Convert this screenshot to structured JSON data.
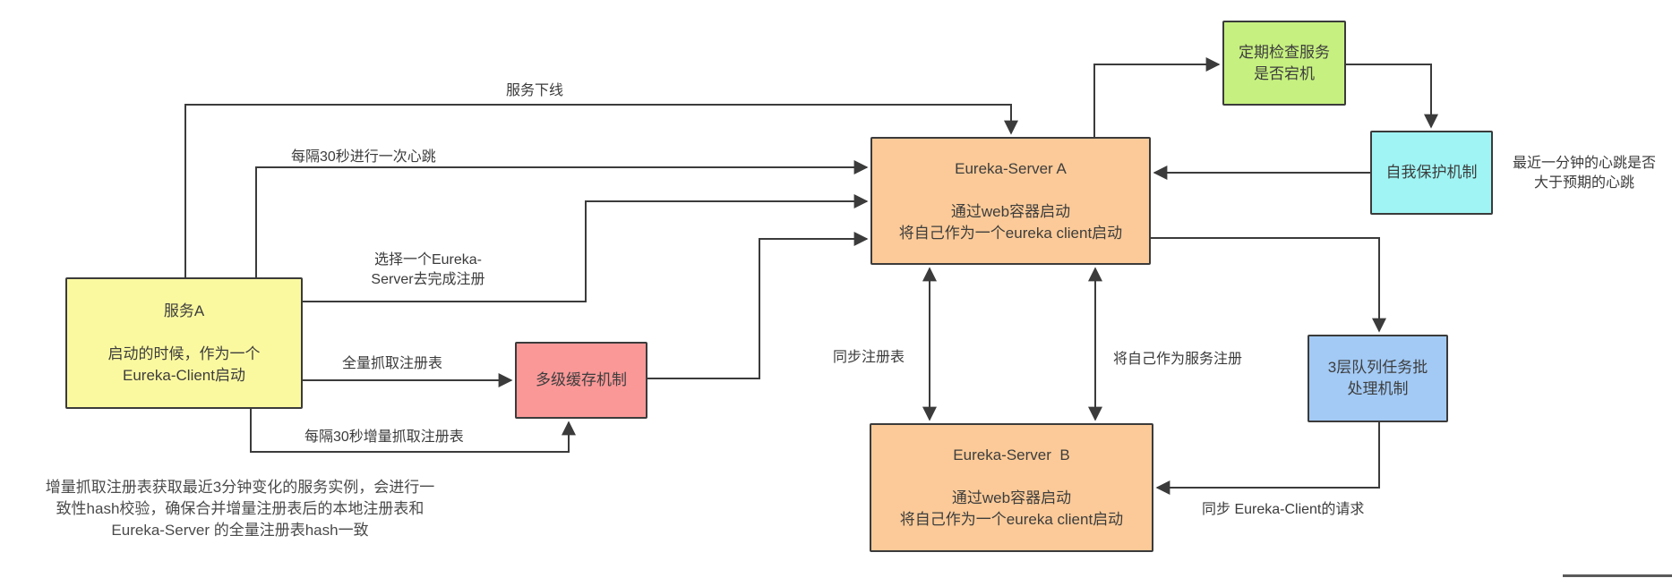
{
  "diagram": {
    "nodes": {
      "service_a": {
        "title": "服务A",
        "line1": "启动的时候，作为一个",
        "line2": "Eureka-Client启动",
        "color": "#fbf9a0"
      },
      "multi_cache": {
        "title": "多级缓存机制",
        "color": "#fa9898"
      },
      "eureka_a": {
        "title": "Eureka-Server A",
        "line1": "通过web容器启动",
        "line2": "将自己作为一个eureka client启动",
        "color": "#fbca98"
      },
      "eureka_b": {
        "title": "Eureka-Server  B",
        "line1": "通过web容器启动",
        "line2": "将自己作为一个eureka client启动",
        "color": "#fbca98"
      },
      "periodic_check": {
        "line1": "定期检查服务",
        "line2": "是否宕机",
        "color": "#c6f080"
      },
      "self_protection": {
        "title": "自我保护机制",
        "color": "#a0f4f4"
      },
      "queue_batch": {
        "line1": "3层队列任务批",
        "line2": "处理机制",
        "color": "#a3caf5"
      }
    },
    "edge_labels": {
      "service_offline": "服务下线",
      "heartbeat": "每隔30秒进行一次心跳",
      "choose_server_line1": "选择一个Eureka-",
      "choose_server_line2": "Server去完成注册",
      "full_fetch": "全量抓取注册表",
      "incremental_fetch": "每隔30秒增量抓取注册表",
      "sync_registry": "同步注册表",
      "register_self": "将自己作为服务注册",
      "sync_client_requests": "同步 Eureka-Client的请求",
      "heartbeat_check_line1": "最近一分钟的心跳是否",
      "heartbeat_check_line2": "大于预期的心跳"
    },
    "note": {
      "line1": "增量抓取注册表获取最近3分钟变化的服务实例，会进行一",
      "line2": "致性hash校验，确保合并增量注册表后的本地注册表和",
      "line3": "Eureka-Server 的全量注册表hash一致"
    },
    "colors": {
      "line": "#3b3b3b",
      "border": "#3b3b3b",
      "text": "#3d3d3d"
    }
  }
}
